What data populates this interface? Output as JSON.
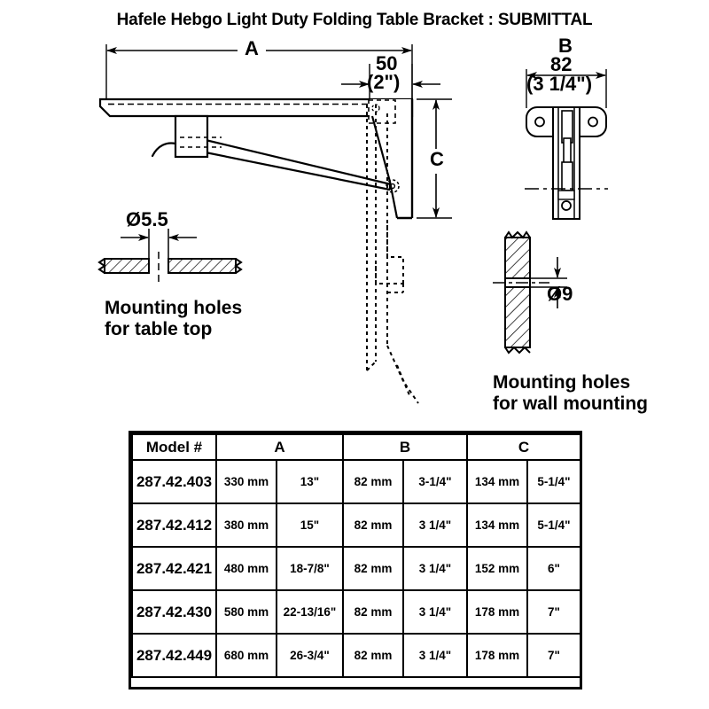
{
  "document": {
    "title": "Hafele Hebgo Light Duty Folding Table Bracket  : SUBMITTAL"
  },
  "drawing": {
    "side_view": {
      "dim_a_label": "A",
      "dim_c_label": "C",
      "setback_mm": "50",
      "setback_in": "(2\")"
    },
    "front_view": {
      "dim_b_label": "B",
      "width_mm": "82",
      "width_in": "(3 1/4\")"
    },
    "table_top_detail": {
      "hole_dia": "Ø5.5",
      "caption_line1": "Mounting holes",
      "caption_line2": "for table top"
    },
    "wall_detail": {
      "hole_dia": "Ø9",
      "caption_line1": "Mounting holes",
      "caption_line2": "for wall mounting"
    }
  },
  "spec_table": {
    "headers": [
      "Model #",
      "A",
      "B",
      "C"
    ],
    "rows": [
      {
        "model": "287.42.403",
        "a_mm": "330 mm",
        "a_in": "13\"",
        "b_mm": "82 mm",
        "b_in": "3-1/4\"",
        "c_mm": "134 mm",
        "c_in": "5-1/4\""
      },
      {
        "model": "287.42.412",
        "a_mm": "380 mm",
        "a_in": "15\"",
        "b_mm": "82 mm",
        "b_in": "3 1/4\"",
        "c_mm": "134 mm",
        "c_in": "5-1/4\""
      },
      {
        "model": "287.42.421",
        "a_mm": "480 mm",
        "a_in": "18-7/8\"",
        "b_mm": "82 mm",
        "b_in": "3 1/4\"",
        "c_mm": "152 mm",
        "c_in": "6\""
      },
      {
        "model": "287.42.430",
        "a_mm": "580 mm",
        "a_in": "22-13/16\"",
        "b_mm": "82 mm",
        "b_in": "3 1/4\"",
        "c_mm": "178 mm",
        "c_in": "7\""
      },
      {
        "model": "287.42.449",
        "a_mm": "680 mm",
        "a_in": "26-3/4\"",
        "b_mm": "82 mm",
        "b_in": "3 1/4\"",
        "c_mm": "178 mm",
        "c_in": "7\""
      }
    ]
  },
  "colors": {
    "ink": "#000000",
    "paper": "#ffffff"
  }
}
